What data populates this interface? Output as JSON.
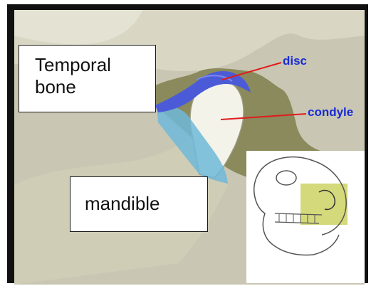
{
  "labels": {
    "temporal_bone": "Temporal bone",
    "mandible": "mandible",
    "disc": "disc",
    "condyle": "condyle"
  },
  "colors": {
    "background": "#c9c7b3",
    "frame": "#111111",
    "bone": "#e8e6d6",
    "joint_cavity": "#8a8a5c",
    "disc": "#4b5bd8",
    "ligament": "#6fb8d8",
    "callout_text": "#1a2bd6",
    "leader_line": "#e01b1b",
    "inset_highlight": "#c9cf5a"
  }
}
